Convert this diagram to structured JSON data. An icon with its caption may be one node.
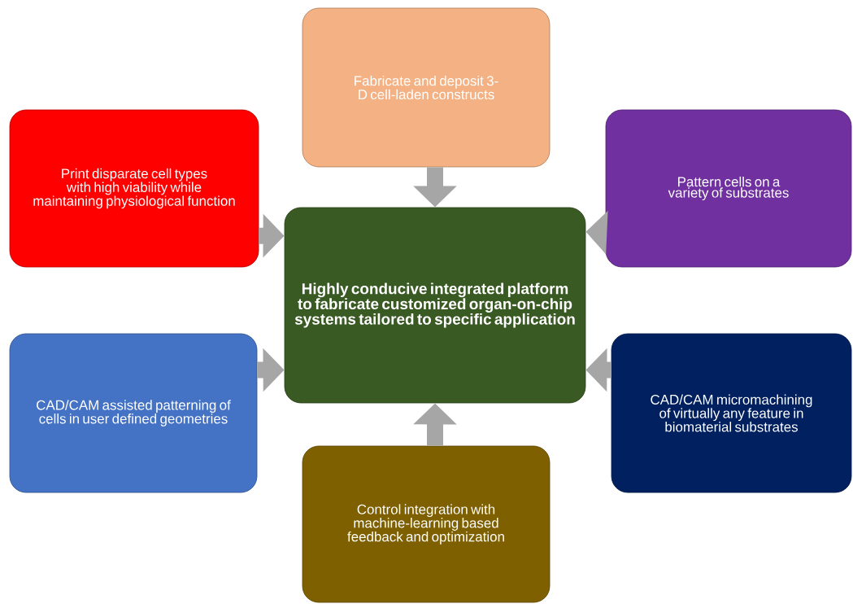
{
  "diagram": {
    "nodes": [
      {
        "text": [
          "Fabricate and deposit 3-D cell-laden constructs"
        ]
      },
      {
        "text": [
          "Print disparate cell types with high viability while maintaining physiological function"
        ]
      },
      {
        "text": [
          "Pattern cells on a variety of substrates"
        ]
      },
      {
        "text": [
          "Highly conducive integrated platform to fabricate customized organ-on-chip systems tailored to specific application"
        ]
      },
      {
        "text": [
          "CAD/CAM assisted patterning of cells in user defined geometries"
        ]
      },
      {
        "text": [
          "CAD/CAM micromachining of virtually any feature in biomaterial substrates"
        ]
      },
      {
        "text": [
          "Control integration with machine-learning based feedback and optimization"
        ]
      }
    ],
    "edges": [
      {
        "from": 0,
        "to": 3,
        "arrow": "to"
      },
      {
        "from": 1,
        "to": 3,
        "arrow": "to"
      },
      {
        "from": 2,
        "to": 3,
        "arrow": "to"
      },
      {
        "from": 4,
        "to": 3,
        "arrow": "to"
      },
      {
        "from": 5,
        "to": 3,
        "arrow": "to"
      },
      {
        "from": 6,
        "to": 3,
        "arrow": "to"
      }
    ]
  }
}
